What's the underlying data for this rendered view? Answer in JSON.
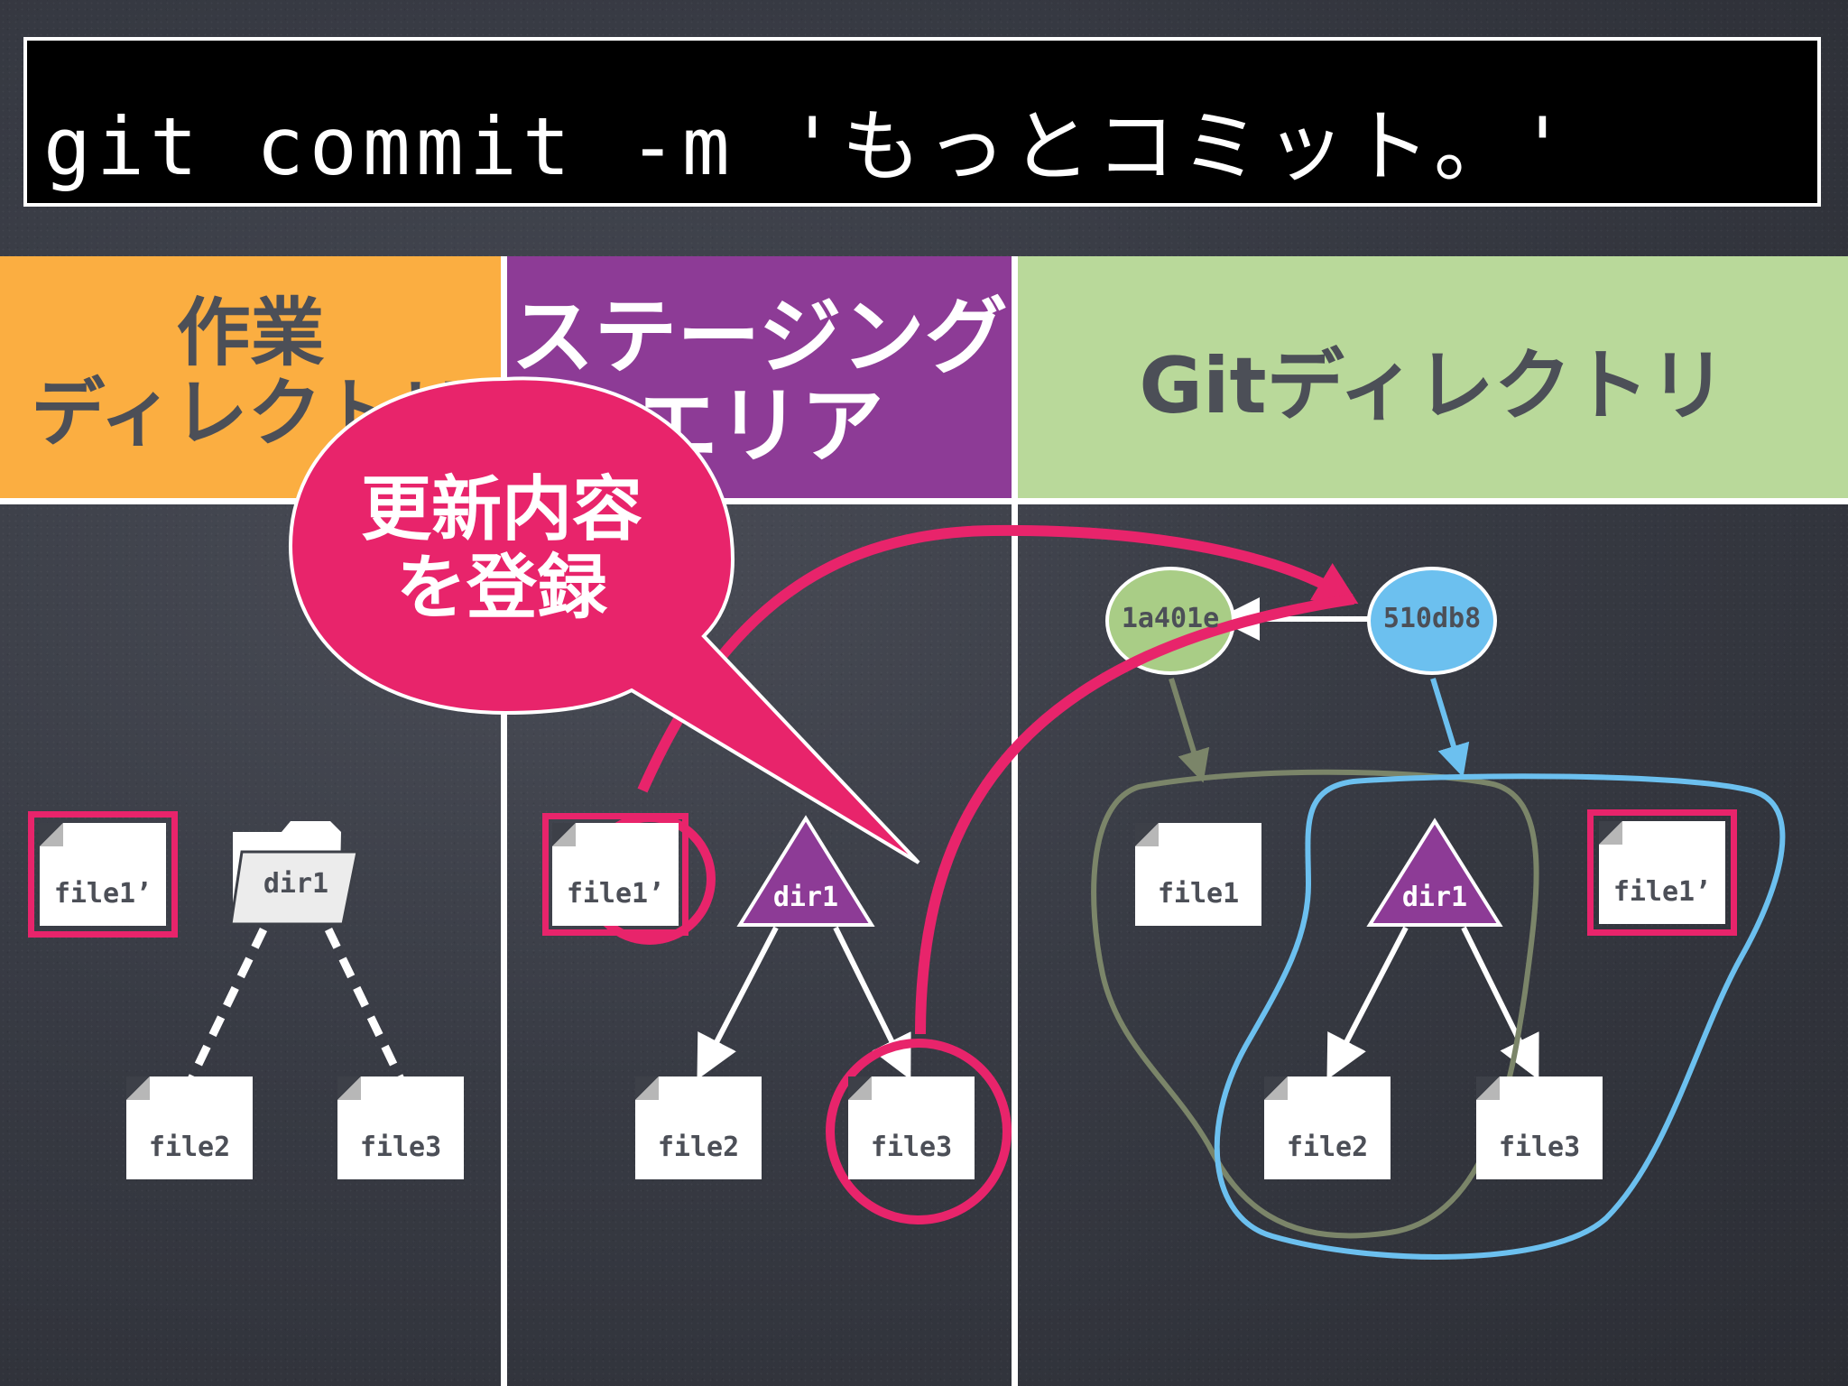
{
  "command": "git commit -m 'もっとコミット。'",
  "areas": {
    "working": {
      "title": "作業\nディレクトリ"
    },
    "staging": {
      "title": "ステージング\nエリア"
    },
    "git": {
      "title": "Gitディレクトリ"
    }
  },
  "callout": {
    "text": "更新内容\nを登録"
  },
  "working_files": {
    "file1": "file1’",
    "dir1": "dir1",
    "file2": "file2",
    "file3": "file3"
  },
  "staging_files": {
    "file1": "file1’",
    "dir1": "dir1",
    "file2": "file2",
    "file3": "file3"
  },
  "git_objects": {
    "commit_old": "1a401e",
    "commit_new": "510db8",
    "file1": "file1",
    "dir1": "dir1",
    "file2": "file2",
    "file3": "file3",
    "file1_new": "file1’"
  },
  "colors": {
    "pink": "#e8246b",
    "blue": "#6cc0ef",
    "olive": "#7b8569",
    "green_commit": "#a9cd86",
    "purple": "#8d3b96",
    "orange": "#fbae41"
  }
}
